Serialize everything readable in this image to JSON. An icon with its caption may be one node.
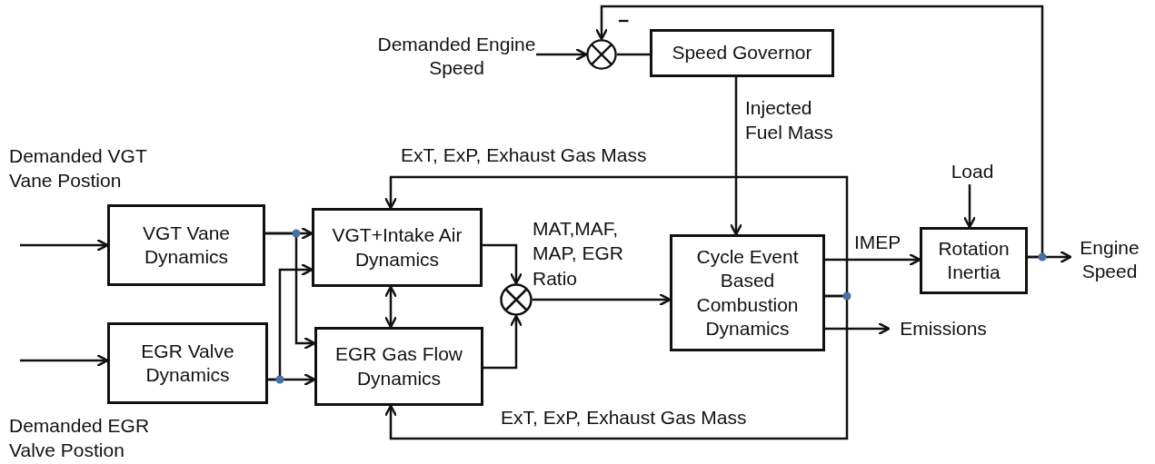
{
  "diagram": {
    "nodes": [
      {
        "text": [
          "Demanded Engine Speed"
        ]
      },
      {
        "text": [],
        "shape": "circle"
      },
      {
        "text": [
          "Speed Governor"
        ]
      },
      {
        "text": [
          "VGT Vane Dynamics"
        ]
      },
      {
        "text": [
          "VGT+Intake Air Dynamics"
        ]
      },
      {
        "text": [
          "EGR Valve Dynamics"
        ]
      },
      {
        "text": [
          "EGR Gas Flow Dynamics"
        ]
      },
      {
        "text": [],
        "shape": "circle"
      },
      {
        "text": [
          "Cycle Event Based Combustion Dynamics"
        ]
      },
      {
        "text": [
          "Load"
        ]
      },
      {
        "text": [
          "Rotation Inertia"
        ]
      },
      {
        "text": [
          "Engine Speed"
        ]
      },
      {
        "text": [
          "Emissions"
        ]
      }
    ],
    "edges": [
      {
        "from": 0,
        "to": 1,
        "arrow": "to"
      },
      {
        "from": 1,
        "to": 2,
        "arrow": "none"
      },
      {
        "from": 2,
        "to": 8,
        "arrow": "to",
        "label": "Injected Fuel Mass"
      },
      {
        "from": null,
        "to": 3,
        "arrow": "to"
      },
      {
        "from": null,
        "to": 5,
        "arrow": "to"
      },
      {
        "from": 3,
        "to": 4,
        "arrow": "to"
      },
      {
        "from": 3,
        "to": 6,
        "arrow": "to"
      },
      {
        "from": 5,
        "to": 6,
        "arrow": "to"
      },
      {
        "from": 5,
        "to": 4,
        "arrow": "to"
      },
      {
        "from": 4,
        "to": 6,
        "arrow": "both"
      },
      {
        "from": 4,
        "to": 7,
        "arrow": "to"
      },
      {
        "from": 6,
        "to": 7,
        "arrow": "to"
      },
      {
        "from": 7,
        "to": 8,
        "arrow": "to",
        "label": "MAT,MAF, MAP, EGR Ratio"
      },
      {
        "from": 8,
        "to": 10,
        "arrow": "to",
        "label": "IMEP"
      },
      {
        "from": 8,
        "to": 4,
        "arrow": "to",
        "label": "ExT, ExP, Exhaust Gas Mass"
      },
      {
        "from": 8,
        "to": 6,
        "arrow": "to",
        "label": "ExT, ExP, Exhaust Gas Mass"
      },
      {
        "from": 8,
        "to": 12,
        "arrow": "to"
      },
      {
        "from": 9,
        "to": 10,
        "arrow": "to"
      },
      {
        "from": 10,
        "to": 11,
        "arrow": "to"
      },
      {
        "from": 10,
        "to": 1,
        "arrow": "to",
        "label": "−"
      }
    ],
    "labels": [
      "Demanded VGT Vane Postion",
      "Demanded EGR Valve Postion"
    ]
  }
}
